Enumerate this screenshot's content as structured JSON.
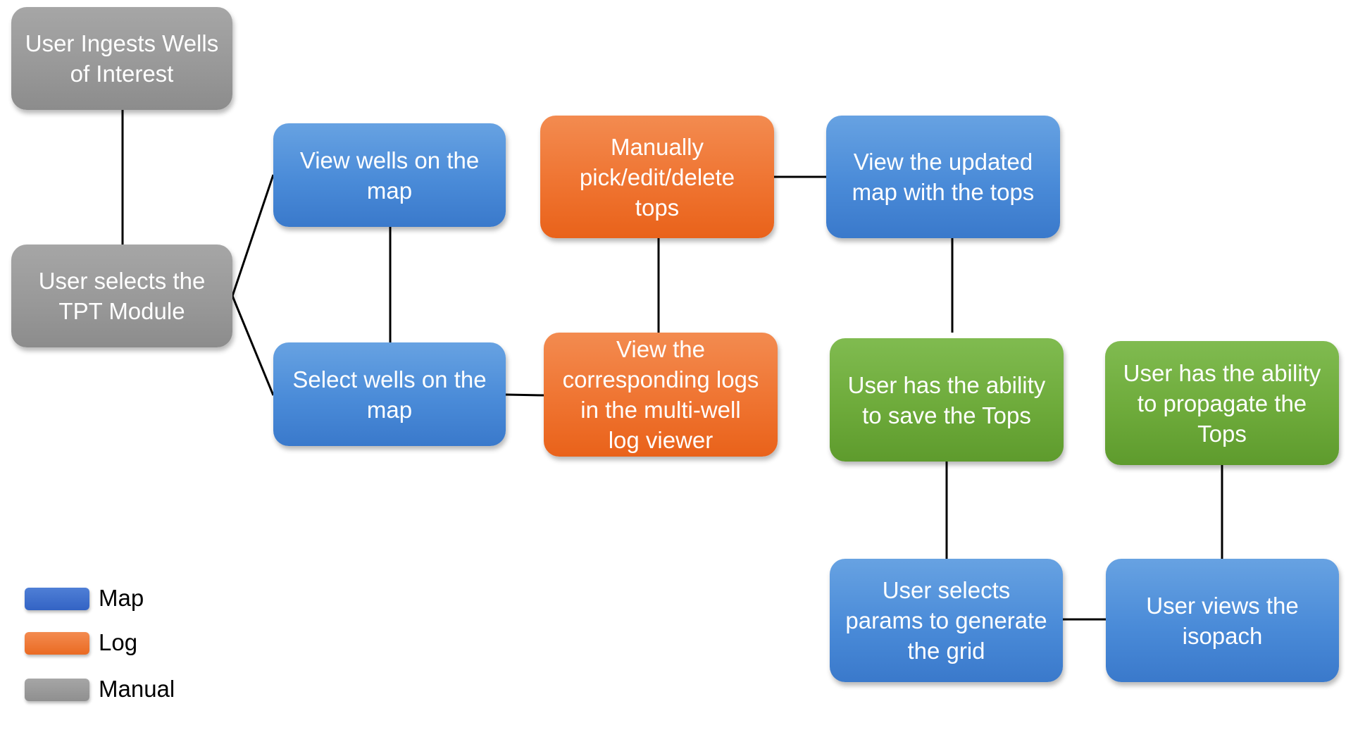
{
  "colors": {
    "map": "#4a8bd8",
    "log": "#ef7431",
    "manual": "#999999",
    "save": "#6eab3b",
    "connector": "#000000"
  },
  "nodes": {
    "ingest": "User Ingests Wells\nof Interest",
    "select_module": "User selects the\nTPT Module",
    "view_wells": "View wells on the\nmap",
    "select_wells": "Select wells on the\nmap",
    "manual_pick": "Manually\npick/edit/delete\ntops",
    "view_logs": "View the\ncorresponding logs\nin the multi-well\nlog viewer",
    "view_updated": "View the updated\nmap with the tops",
    "save_tops": "User has the ability\nto save the Tops",
    "propagate_tops": "User has the ability\nto propagate the\nTops",
    "select_params": "User selects\nparams to generate\nthe grid",
    "view_isopach": "User views the\nisopach"
  },
  "legend": {
    "map": "Map",
    "log": "Log",
    "manual": "Manual"
  }
}
